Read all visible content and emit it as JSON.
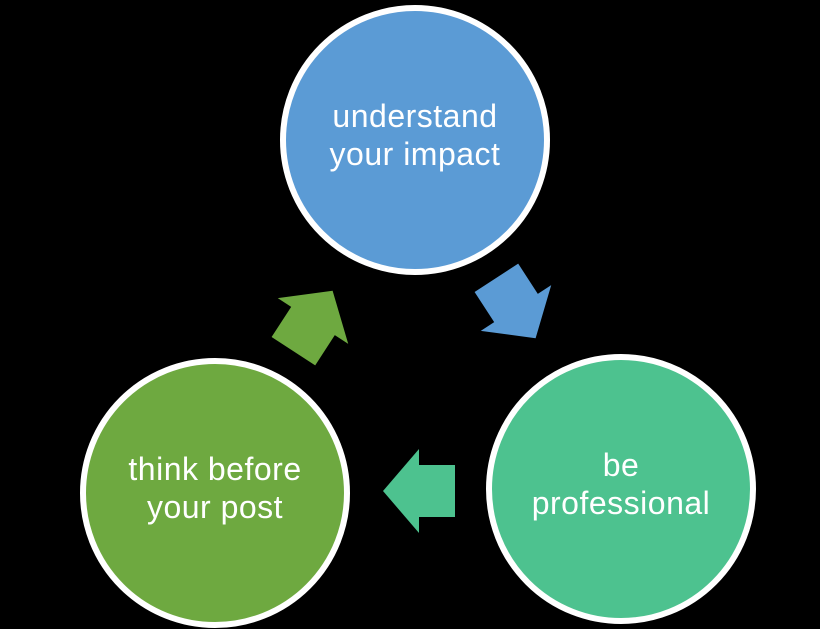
{
  "diagram": {
    "type": "cycle",
    "direction": "clockwise",
    "background_color": "#000000",
    "ring_color": "#ffffff",
    "text_color": "#ffffff",
    "nodes": [
      {
        "label": "understand your impact",
        "line1": "understand",
        "line2": "your impact",
        "color": "#5b9bd5",
        "position": "top"
      },
      {
        "label": "be professional",
        "line1": "be",
        "line2": "professional",
        "color": "#4dc28f",
        "position": "bottom-right"
      },
      {
        "label": "think before your post",
        "line1": "think before",
        "line2": "your post",
        "color": "#6ea940",
        "position": "bottom-left"
      }
    ],
    "arrows": [
      {
        "name": "top-to-bottom-right",
        "from": "understand your impact",
        "to": "be professional",
        "color": "#5b9bd5"
      },
      {
        "name": "bottom-right-to-bottom-left",
        "from": "be professional",
        "to": "think before your post",
        "color": "#4dc28f"
      },
      {
        "name": "bottom-left-to-top",
        "from": "think before your post",
        "to": "understand your impact",
        "color": "#6ea940"
      }
    ]
  }
}
